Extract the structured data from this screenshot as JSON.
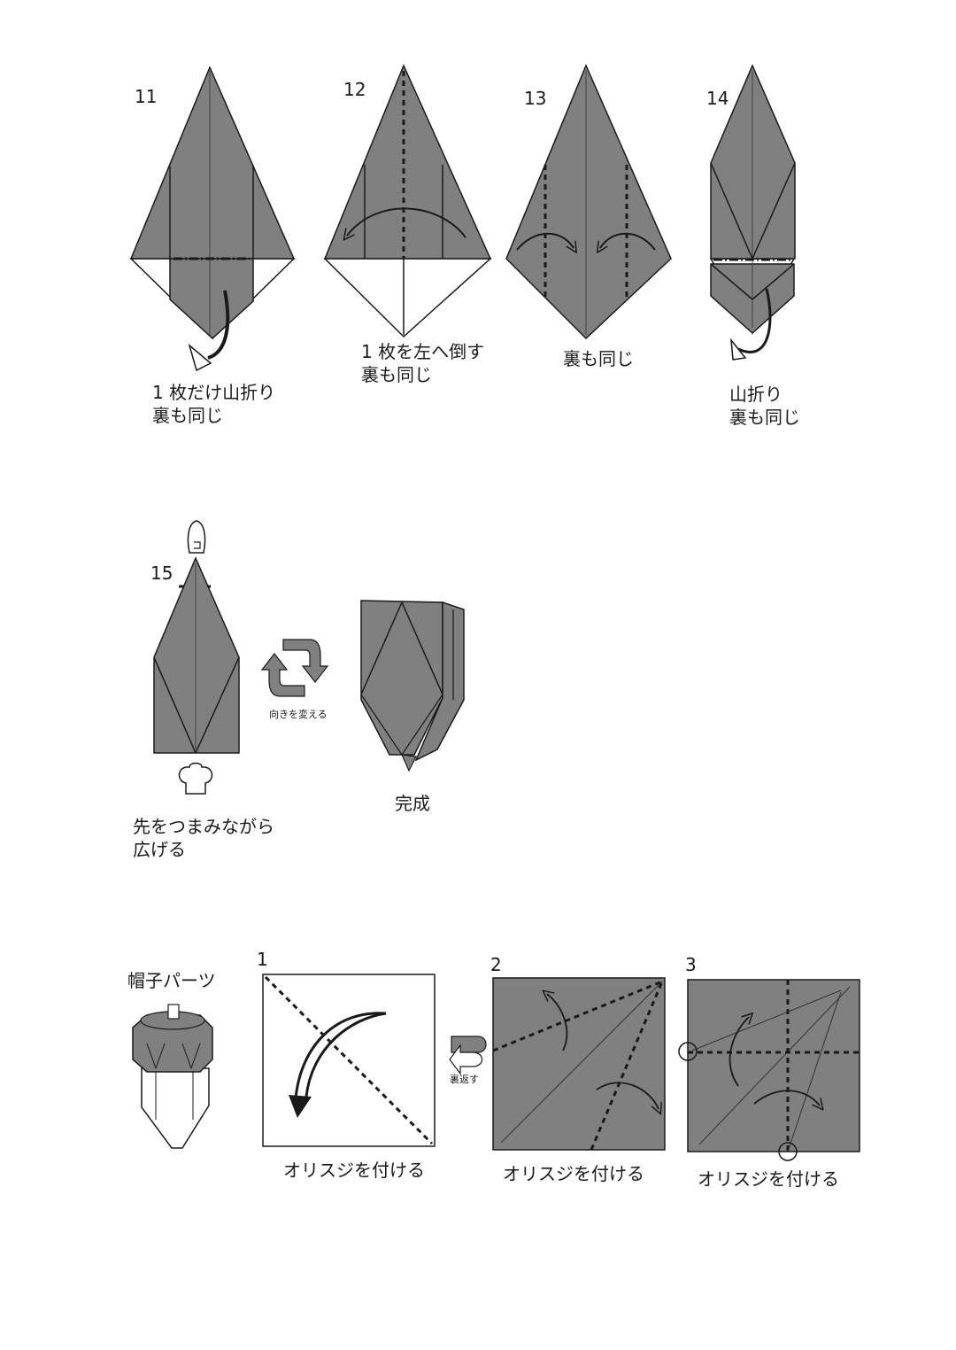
{
  "colors": {
    "paper": "#808080",
    "line": "#1a1a1a",
    "background": "#ffffff"
  },
  "steps": [
    {
      "number": "11",
      "caption_lines": [
        "1 枚だけ山折り",
        "裏も同じ"
      ]
    },
    {
      "number": "12",
      "caption_lines": [
        "1 枚を左へ倒す",
        "裏も同じ"
      ]
    },
    {
      "number": "13",
      "caption_lines": [
        "裏も同じ"
      ]
    },
    {
      "number": "14",
      "caption_lines": [
        "山折り",
        "裏も同じ"
      ]
    },
    {
      "number": "15",
      "caption_lines": [
        "先をつまみながら",
        "広げる"
      ]
    }
  ],
  "rotate_symbol_label": "向きを変える",
  "complete_label": "完成",
  "cap_part": {
    "title": "帽子パーツ",
    "steps": [
      {
        "number": "1",
        "caption": "オリスジを付ける"
      },
      {
        "number": "2",
        "caption": "オリスジを付ける"
      },
      {
        "number": "3",
        "caption": "オリスジを付ける"
      }
    ],
    "flip_symbol_label": "裏返す"
  },
  "icons": [
    "curved-arrow-icon",
    "hollow-arrow-icon",
    "pinch-hand-icon",
    "push-arrow-icon",
    "rotate-icon",
    "flip-over-icon"
  ]
}
